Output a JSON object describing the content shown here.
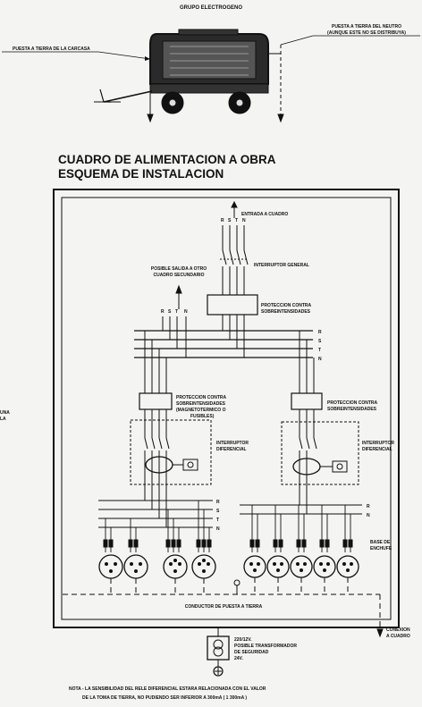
{
  "generator": {
    "title": "GRUPO ELECTROGENO",
    "frame_earth": "PUESTA A TIERRA DE LA CARCASA",
    "neutral_earth_1": "PUESTA A TIERRA DEL NEUTRO",
    "neutral_earth_2": "(AUNQUE ESTE NO SE DISTRIBUYA)"
  },
  "heading": {
    "line1": "CUADRO DE ALIMENTACION A OBRA",
    "line2": "ESQUEMA DE INSTALACION"
  },
  "panel": {
    "entry": "ENTRADA A CUADRO",
    "main_switch": "INTERRUPTOR GENERAL",
    "secondary_1": "POSIBLE SALIDA A OTRO",
    "secondary_2": "CUADRO SECUNDARIO",
    "overcurrent_1": "PROTECCION CONTRA",
    "overcurrent_2": "SOBREINTENSIDADES",
    "left_prot_1": "PROTECCION CONTRA",
    "left_prot_2": "SOBREINTENSIDADES",
    "left_prot_3": "(MAGNETOTERMICO O",
    "left_prot_4": "FUSIBLES)",
    "right_prot_1": "PROTECCION CONTRA",
    "right_prot_2": "SOBREINTENSIDADES",
    "diff_1": "INTERRUPTOR",
    "diff_2": "DIFERENCIAL",
    "socket_1": "BASE DE",
    "socket_2": "ENCHUFE",
    "earth_conductor": "CONDUCTOR DE PUESTA A TIERRA",
    "connection_1": "CONEXION",
    "connection_2": "A CUADRO",
    "phase_labels": [
      "R",
      "S",
      "T",
      "N"
    ],
    "side_fragment_1": "UNA",
    "side_fragment_2": "LA"
  },
  "transformer": {
    "line1": "220/12V.",
    "line2": "POSIBLE TRANSFORMADOR",
    "line3": "DE SEGURIDAD",
    "line4": "24V."
  },
  "note": {
    "line1": "NOTA - LA SENSIBILIDAD DEL RELE DIFERENCIAL ESTARA RELACIONADA CON EL VALOR",
    "line2": "DE LA TOMA DE TIERRA, NO PUDIENDO SER INFERIOR A 300mA ( 1 300mA )"
  }
}
